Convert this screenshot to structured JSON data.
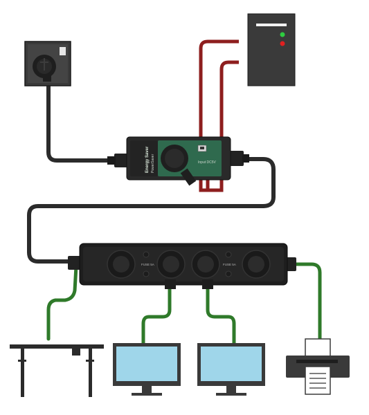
{
  "colors": {
    "black_cable": "#2b2b2b",
    "red_cable": "#8e1e1e",
    "green_cable": "#2f7a2a",
    "screen": "#9fd6ea",
    "outlet_plate": "#3a3a3a",
    "controller_panel": "#2f6a4e",
    "led_green": "#2ecc40",
    "led_red": "#e02020"
  },
  "controller": {
    "brand": "Energy Saver",
    "model": "PowerSaver",
    "socket_label": "Input DC5V"
  },
  "strip": {
    "fuse_label_left": "FUSE 5A",
    "fuse_label_right": "FUSE 5A"
  },
  "icons": [
    "wall-outlet-icon",
    "computer-tower-icon",
    "energy-saver-controller-icon",
    "power-strip-icon",
    "desk-icon",
    "monitor-icon",
    "printer-icon"
  ]
}
